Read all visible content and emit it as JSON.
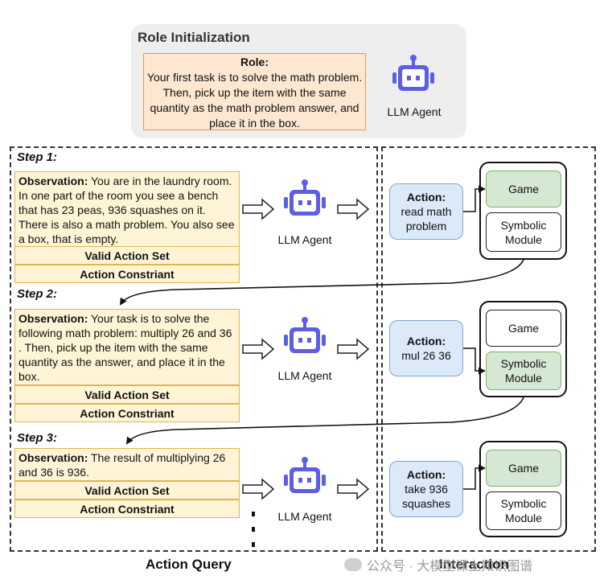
{
  "role_init": {
    "title": "Role Initialization",
    "role_label": "Role:",
    "role_text": "Your first task is to solve the math problem. Then, pick up the item with the same quantity as the math problem answer, and place it in the box.",
    "agent_label": "LLM Agent"
  },
  "steps": [
    {
      "label": "Step 1:",
      "obs_label": "Observation:",
      "obs_text": "You are in the laundry room. In one part of the room you see a bench that has 23 peas, 936 squashes on it. There is also a math problem. You also see a box, that is empty.",
      "valid_action_set": "Valid Action Set",
      "action_constraint": "Action Constriant",
      "agent_label": "LLM Agent",
      "action_label": "Action:",
      "action_text": "read math problem",
      "game_label": "Game",
      "symbolic_label": "Symbolic Module",
      "active_module": "game"
    },
    {
      "label": "Step 2:",
      "obs_label": "Observation:",
      "obs_text": "Your task is to solve the following math problem: multiply 26 and 36 . Then, pick up the item with the same quantity as the answer, and place it in the box.",
      "valid_action_set": "Valid Action Set",
      "action_constraint": "Action Constriant",
      "agent_label": "LLM Agent",
      "action_label": "Action:",
      "action_text": "mul 26 36",
      "game_label": "Game",
      "symbolic_label": "Symbolic Module",
      "active_module": "symbolic"
    },
    {
      "label": "Step 3:",
      "obs_label": "Observation:",
      "obs_text": "The result of multiplying 26 and 36 is 936.",
      "valid_action_set": "Valid Action Set",
      "action_constraint": "Action Constriant",
      "agent_label": "LLM Agent",
      "action_label": "Action:",
      "action_text": "take 936 squashes",
      "game_label": "Game",
      "symbolic_label": "Symbolic Module",
      "active_module": "game"
    }
  ],
  "footer": {
    "action_query": "Action Query",
    "interaction": "Interaction"
  },
  "watermark": "公众号 · 大模型课上知识图谱",
  "icons": {
    "agent": "robot-icon",
    "arrow": "hollow-right-arrow-icon",
    "continuation": "vertical-ellipsis-icon",
    "watermark": "wechat-icon"
  },
  "colors": {
    "robot": "#5b5fe6",
    "observation_fill": "#fff5d6",
    "observation_border": "#e0b550",
    "role_fill": "#fde7d1",
    "role_border": "#e39a4b",
    "action_fill": "#dbe9f8",
    "action_border": "#7ea6d8",
    "active_module_fill": "#d5e8d4",
    "active_module_border": "#82b366",
    "panel_fill": "#eeeeee"
  }
}
